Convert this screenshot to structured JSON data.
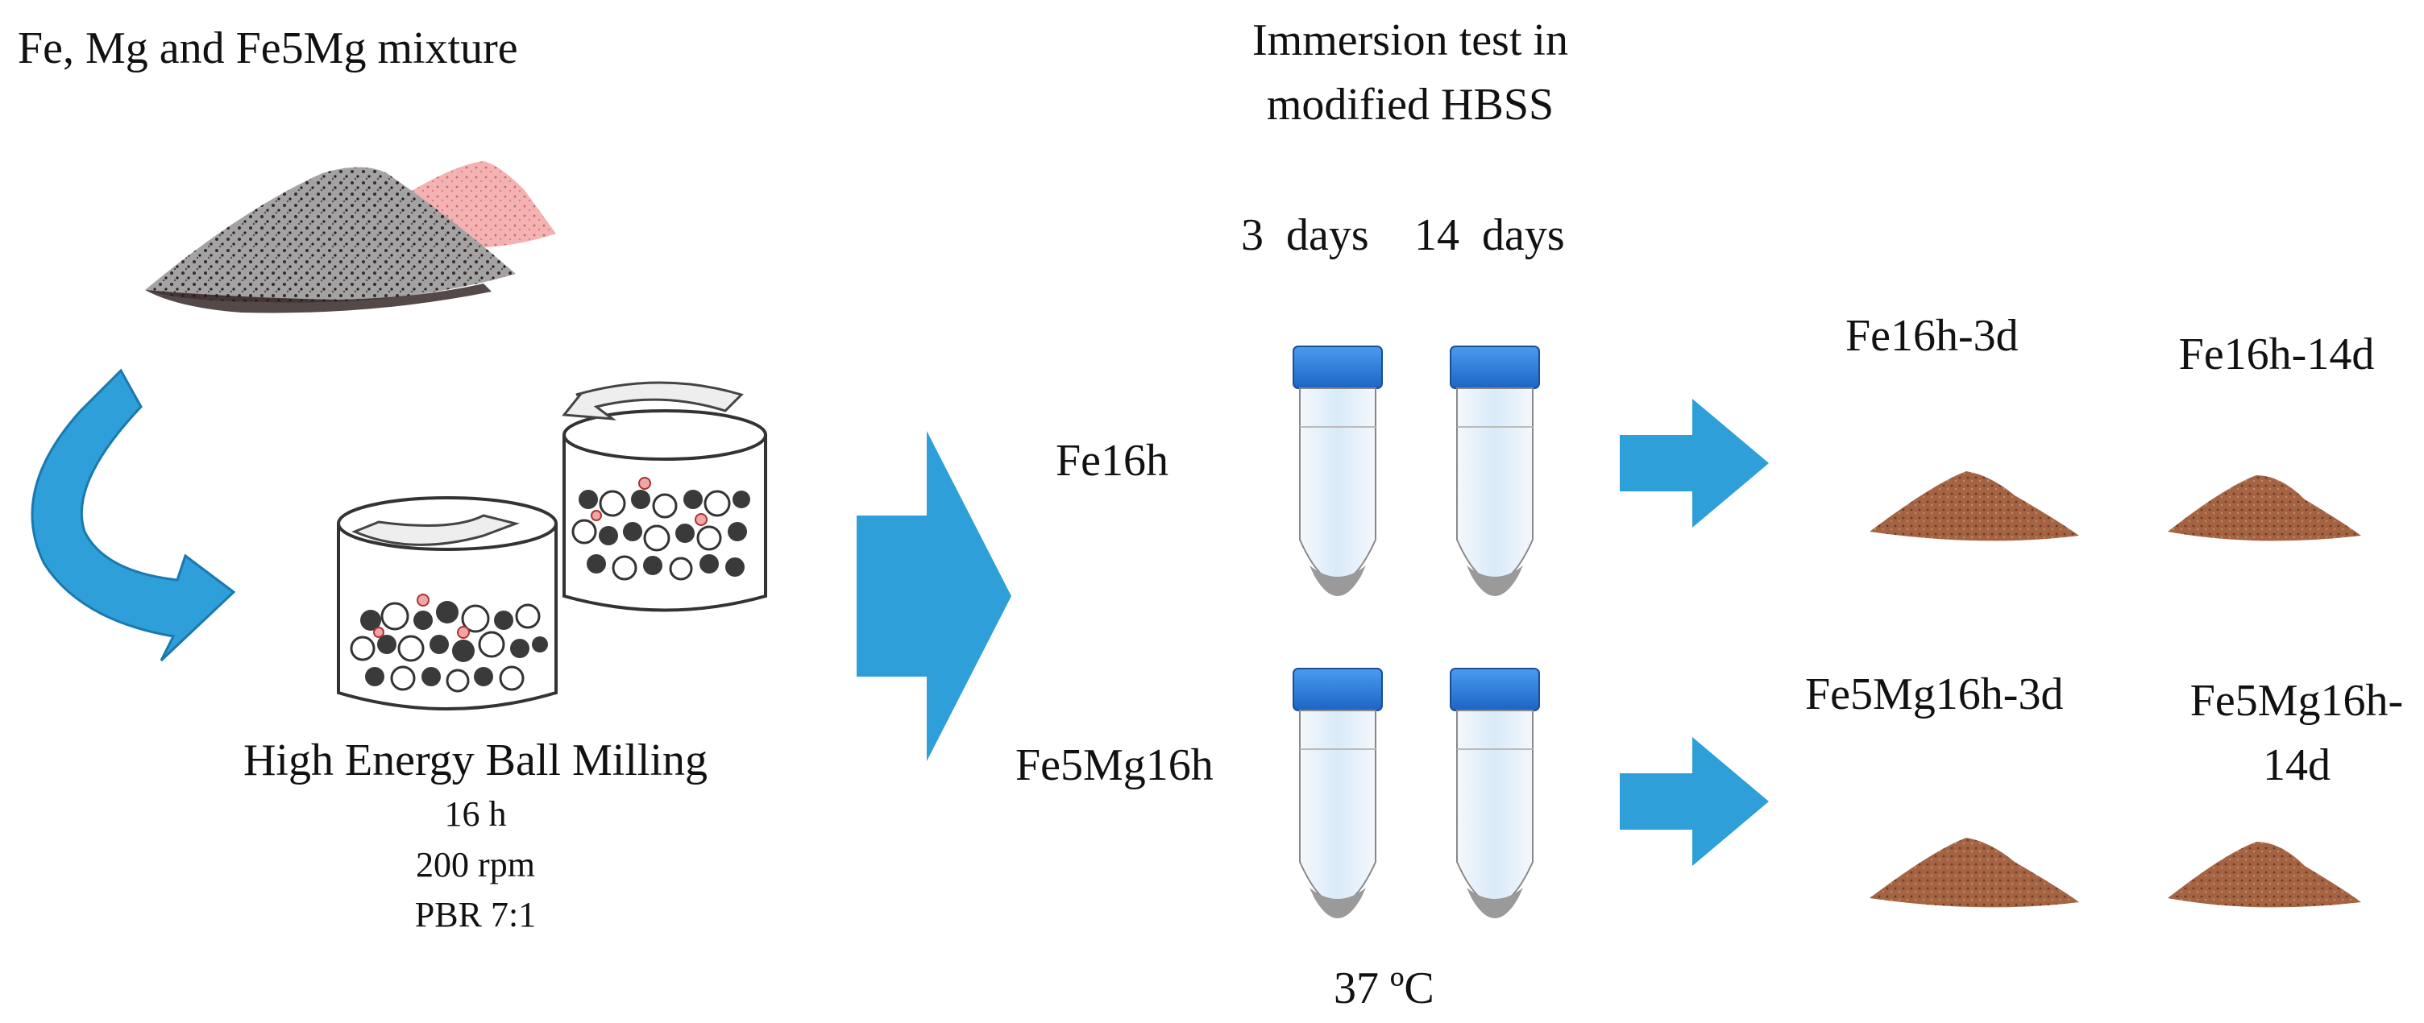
{
  "left": {
    "mixture_title": "Fe, Mg and Fe5Mg mixture",
    "milling_title": "High Energy Ball Milling",
    "milling_time": "16 h",
    "milling_speed": "200 rpm",
    "milling_pbr": "PBR 7:1"
  },
  "middle": {
    "immersion_line1": "Immersion test in",
    "immersion_line2": "modified HBSS",
    "day_short": "3  days",
    "day_long": "14  days",
    "sample_fe": "Fe16h",
    "sample_femg": "Fe5Mg16h",
    "temperature": "37 ºC"
  },
  "right": {
    "fe_3d": "Fe16h-3d",
    "fe_14d": "Fe16h-14d",
    "femg_3d": "Fe5Mg16h-3d",
    "femg_14d": "Fe5Mg16h-14d"
  },
  "colors": {
    "arrow_blue": "#2e9fd9",
    "arrow_blue_dark": "#1a78b0",
    "cap_blue": "#2a7fe0",
    "liquid": "#dcecfa",
    "powder_brown": "#9b5a3a",
    "powder_gray": "#9a9a9a",
    "powder_pink": "#f2a6a6"
  }
}
